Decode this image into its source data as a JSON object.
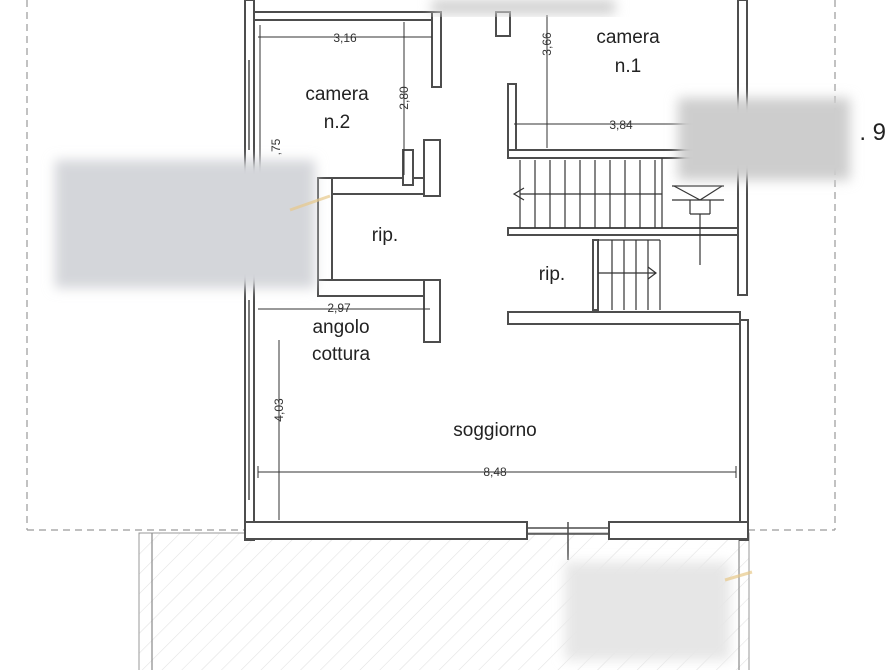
{
  "rooms": {
    "camera1": {
      "line1": "camera",
      "line2": "n.1"
    },
    "camera2": {
      "line1": "camera",
      "line2": "n.2"
    },
    "rip_left": "rip.",
    "rip_right": "rip.",
    "kitchen": {
      "line1": "angolo",
      "line2": "cottura"
    },
    "living": "soggiorno"
  },
  "dimensions": {
    "camera2_width": "3,16",
    "camera1_height": "3,66",
    "camera2_height": "2,80",
    "camera1_width": "3,84",
    "left_dim": ",75",
    "kitchen_width": "2,97",
    "living_height": "4,03",
    "living_width": "8,48"
  },
  "edge_label": ". 9",
  "colors": {
    "wall": "#4d4d4d",
    "line": "#333333",
    "dashed": "#999999",
    "hatch": "#e2e2e2",
    "blur": "#d9d9d9",
    "accent": "#e8c98a"
  }
}
